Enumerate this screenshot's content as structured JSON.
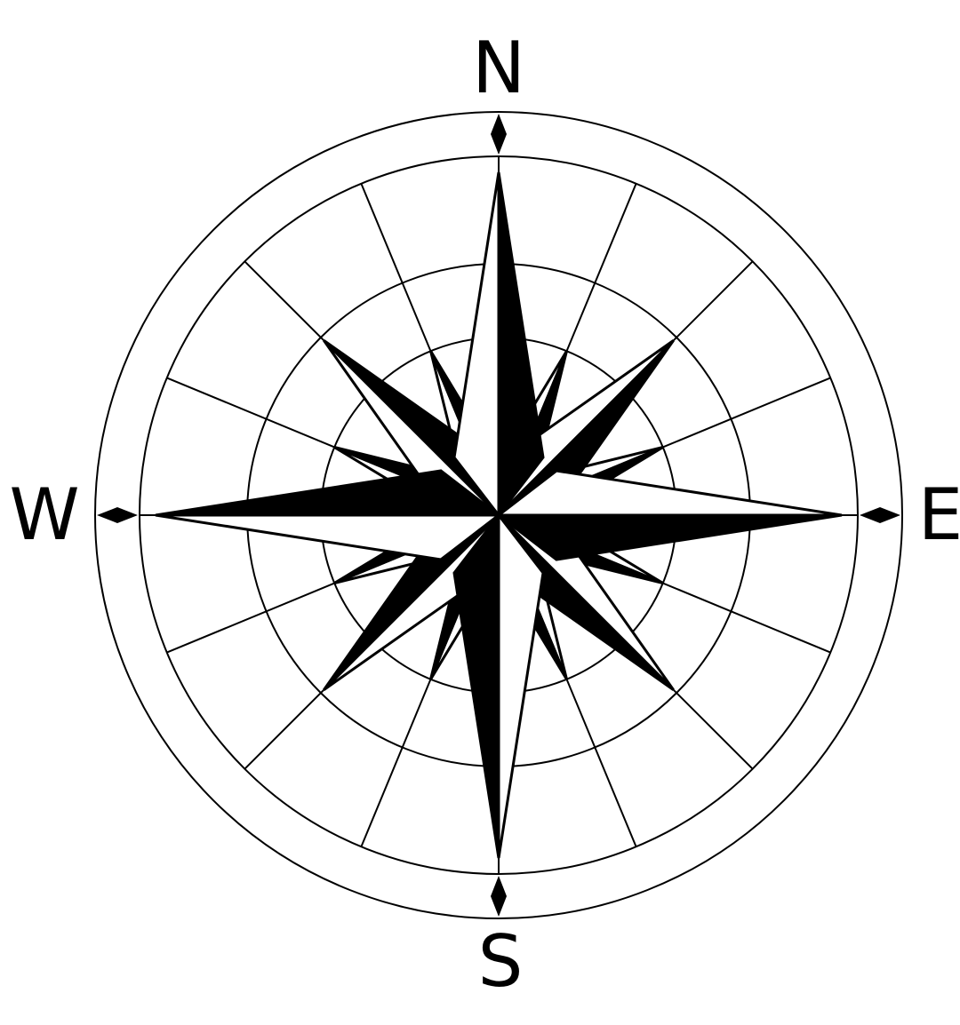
{
  "labels": {
    "north": "N",
    "east": "E",
    "south": "S",
    "west": "W"
  },
  "style": {
    "ink": "#000000",
    "paper": "#ffffff"
  },
  "diagram": {
    "type": "compass-rose",
    "points": 16,
    "radial_lines": 16
  }
}
